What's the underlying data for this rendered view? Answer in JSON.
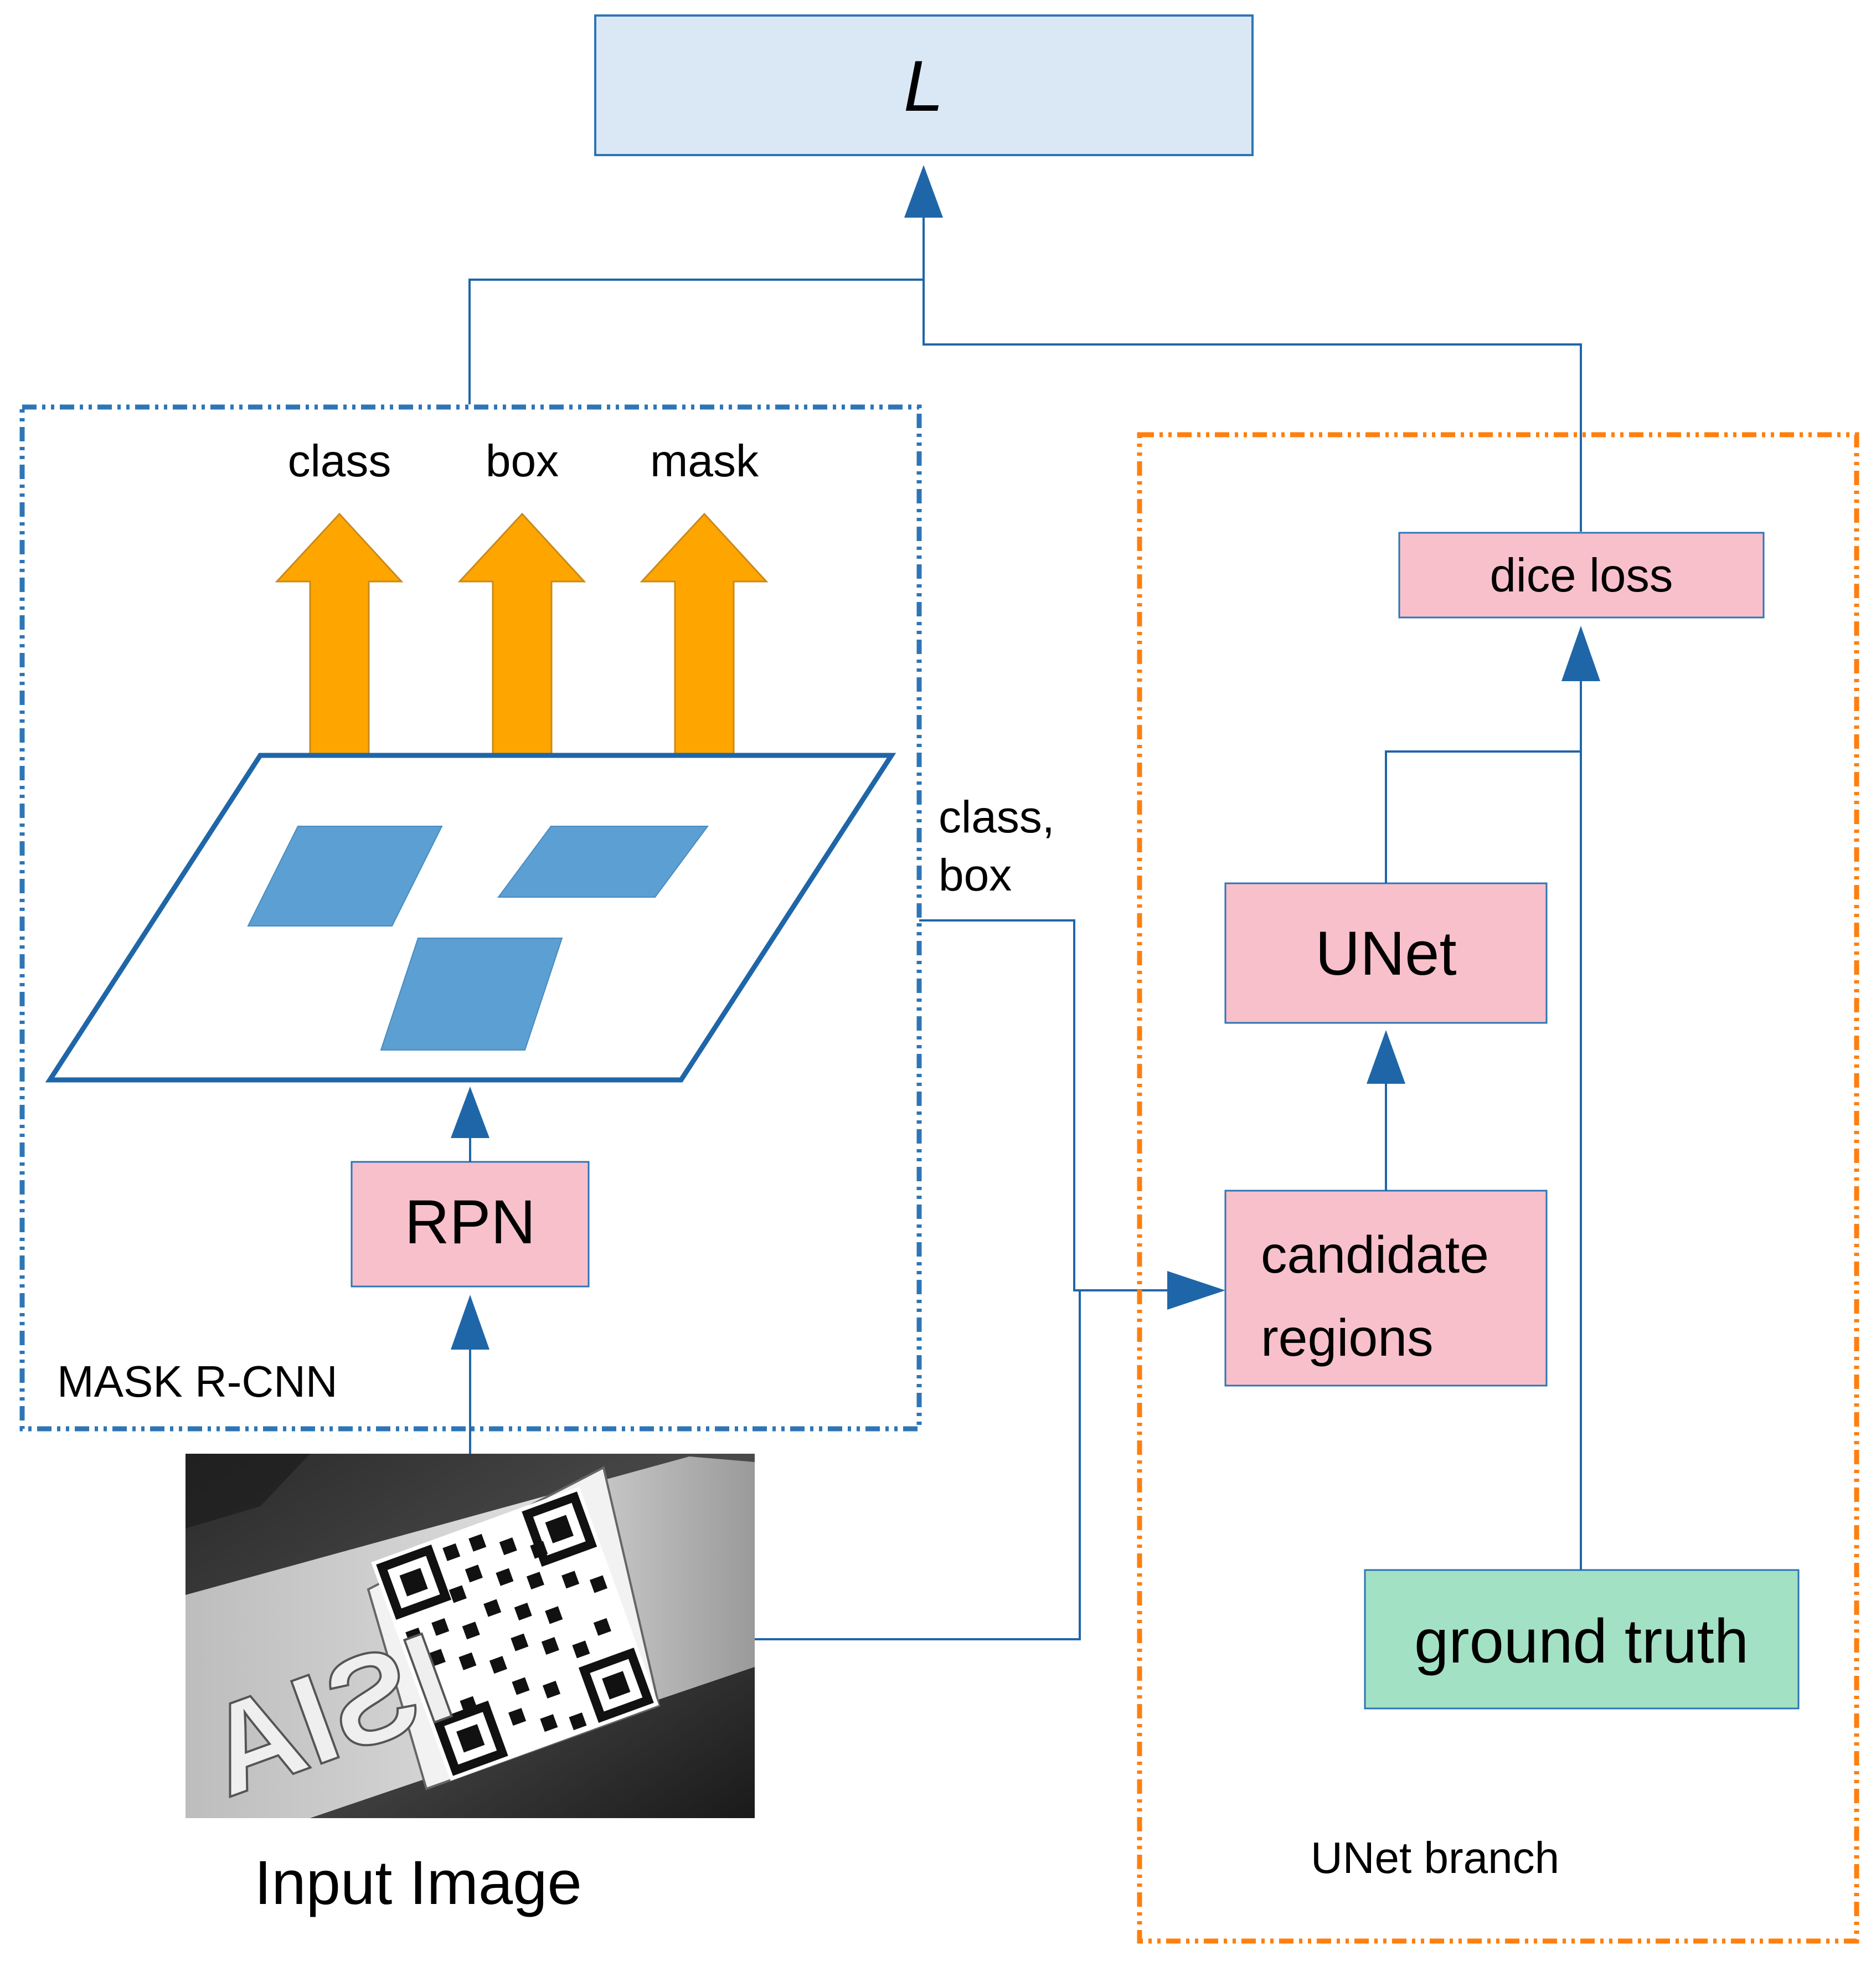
{
  "loss_box": {
    "label": "L"
  },
  "mask_rcnn": {
    "title": "MASK R-CNN",
    "outputs": [
      "class",
      "box",
      "mask"
    ],
    "rpn_label": "RPN"
  },
  "connector_label": [
    "class,",
    "box"
  ],
  "input_image": {
    "caption": "Input Image",
    "sticker_text": "ISIA"
  },
  "unet_branch": {
    "title": "UNet branch",
    "dice_loss_label": "dice loss",
    "unet_label": "UNet",
    "candidate_regions_label": [
      "candidate",
      "regions"
    ],
    "ground_truth_label": "ground truth"
  },
  "colors": {
    "loss_fill": "#dae8f5",
    "edge_blue": "#2e75b6",
    "line_blue": "#1f66a8",
    "pink_fill": "#f8c0cb",
    "green_fill": "#a3e1c4",
    "orange_arrow": "#ffa500",
    "orange_dash": "#ff7f0e",
    "roi_fill": "#5b9fd3"
  }
}
